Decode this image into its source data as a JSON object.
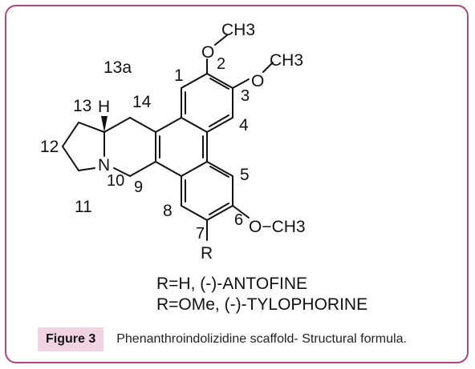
{
  "figure": {
    "atom_labels": {
      "ch3_top": "CH3",
      "o_top": "O",
      "n2": "2",
      "ch3_right": "CH3",
      "o_right": "O",
      "n3": "3",
      "n13a": "13a",
      "n1": "1",
      "n13": "13",
      "h13": "H",
      "n14": "14",
      "n4": "4",
      "n12": "12",
      "n_atom": "N",
      "n10": "10",
      "n9": "9",
      "n5": "5",
      "n11": "11",
      "n8": "8",
      "n6": "6",
      "och3": "O−CH3",
      "n7": "7",
      "r": "R"
    },
    "notes": {
      "line1": "R=H, (-)-ANTOFINE",
      "line2": "R=OMe, (-)-TYLOPHORINE"
    },
    "caption": {
      "label": "Figure 3",
      "text": "Phenanthroindolizidine scaffold- Structural formula."
    },
    "colors": {
      "border": "#b0457a",
      "caption_bg": "#f2d3e3"
    }
  }
}
